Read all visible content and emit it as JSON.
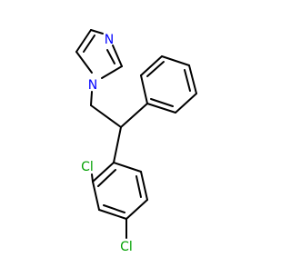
{
  "atom_labels": {
    "imidazole_n3": "N",
    "imidazole_n1": "N",
    "chlorine_ortho": "Cl",
    "chlorine_para": "Cl"
  },
  "colors": {
    "nitrogen": "#0000ff",
    "chlorine": "#00a000",
    "bond": "#000000",
    "background": "#ffffff"
  }
}
